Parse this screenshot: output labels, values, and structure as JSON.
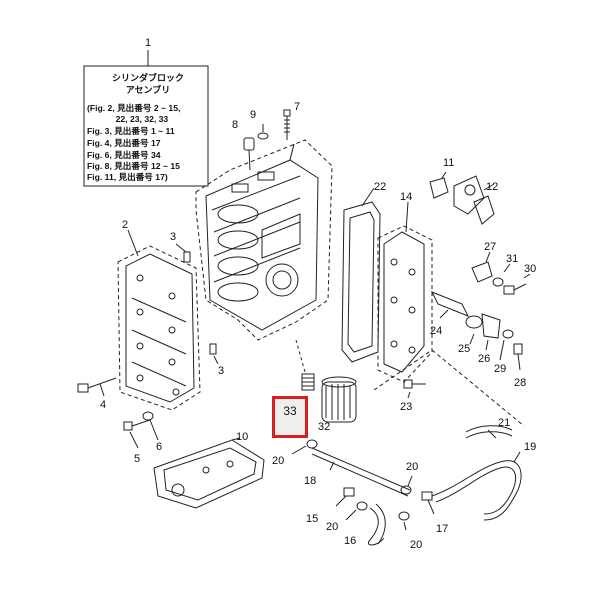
{
  "title_box": {
    "number": "1",
    "title_line1": "シリンダブロック",
    "title_line2": "アセンブリ",
    "refs": [
      "(Fig. 2, 見出番号 2 ~ 15,",
      "            22, 23, 32, 33",
      "Fig. 3, 見出番号 1 ~ 11",
      "Fig. 4, 見出番号 17",
      "Fig. 6, 見出番号 34",
      "Fig. 8, 見出番号 12 ~ 15",
      "Fig. 11, 見出番号 17)"
    ]
  },
  "highlight": {
    "label": "33",
    "color": "#d62020"
  },
  "part_numbers": {
    "p2": "2",
    "p3a": "3",
    "p3b": "3",
    "p4": "4",
    "p5": "5",
    "p6": "6",
    "p7": "7",
    "p8": "8",
    "p9": "9",
    "p10": "10",
    "p11": "11",
    "p12": "12",
    "p14": "14",
    "p15": "15",
    "p16": "16",
    "p17": "17",
    "p18": "18",
    "p19": "19",
    "p20a": "20",
    "p20b": "20",
    "p20c": "20",
    "p20d": "20",
    "p21": "21",
    "p22": "22",
    "p23": "23",
    "p24": "24",
    "p25": "25",
    "p26": "26",
    "p27": "27",
    "p28": "28",
    "p29": "29",
    "p30": "30",
    "p31": "31",
    "p32": "32"
  }
}
